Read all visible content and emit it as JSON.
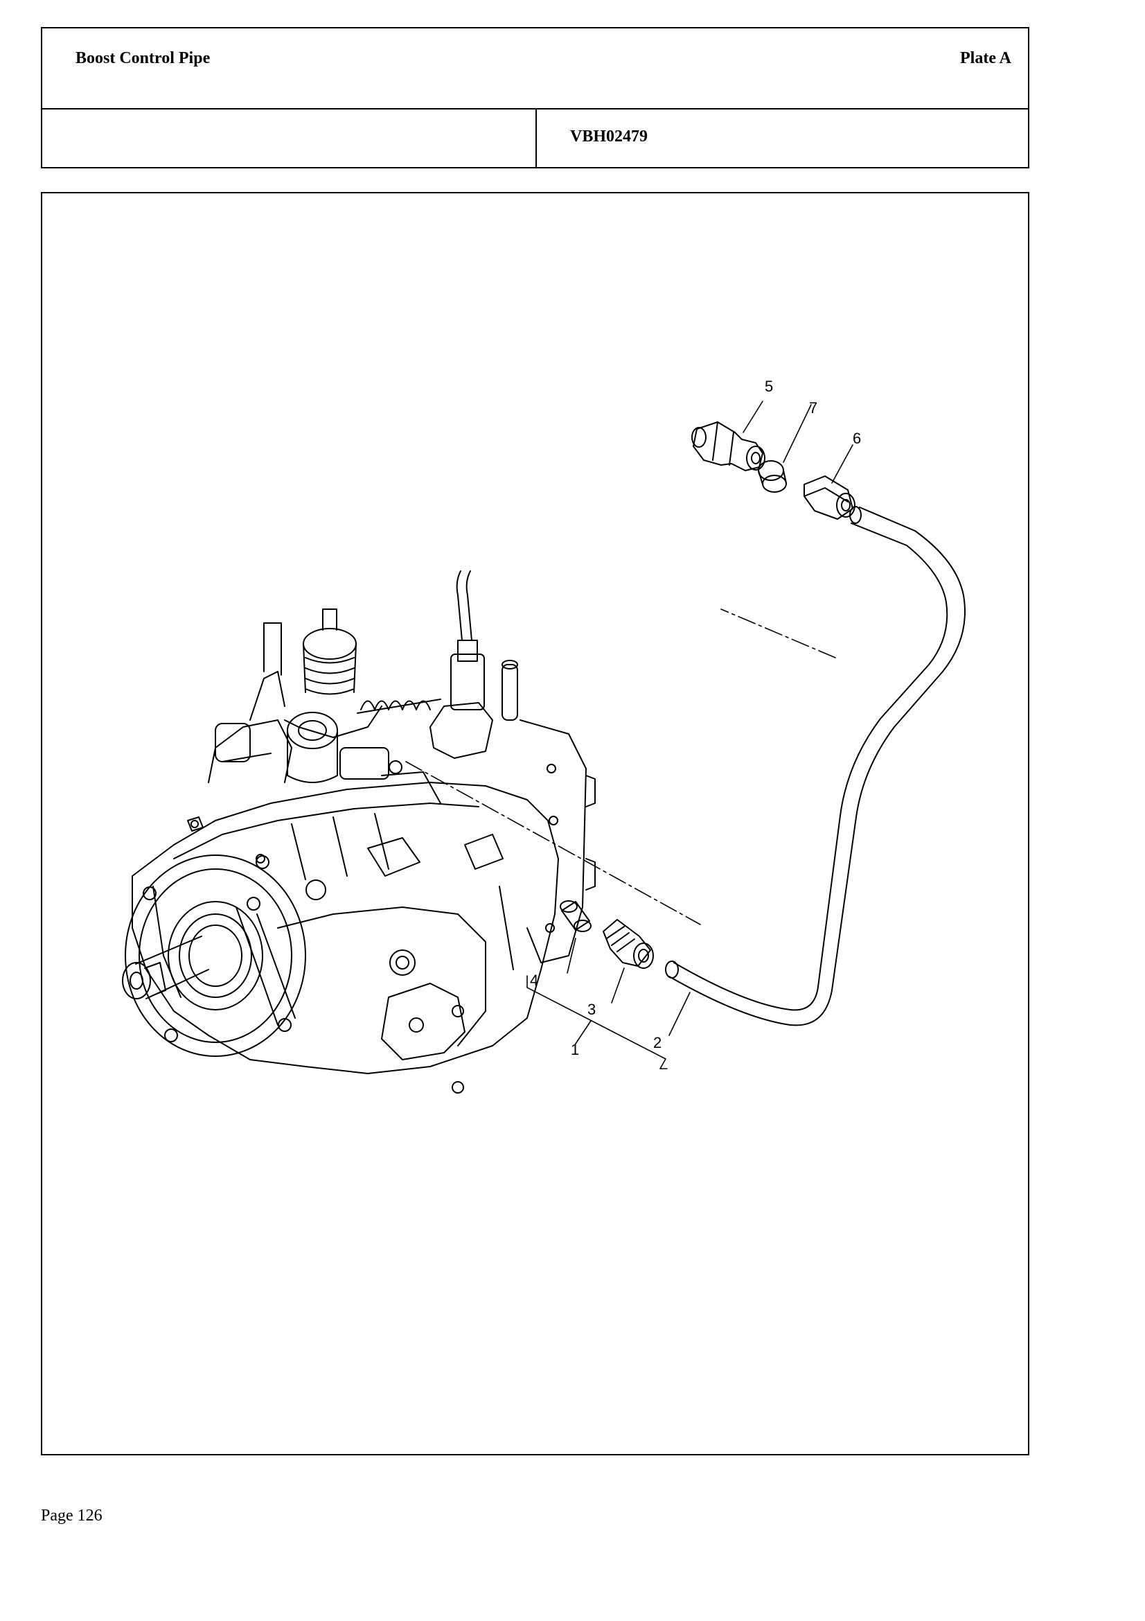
{
  "header": {
    "title": "Boost Control Pipe",
    "plate": "Plate A",
    "code": "VBH02479"
  },
  "callouts": [
    "1",
    "2",
    "3",
    "4",
    "5",
    "6",
    "7"
  ],
  "footer": {
    "page": "Page 126"
  }
}
